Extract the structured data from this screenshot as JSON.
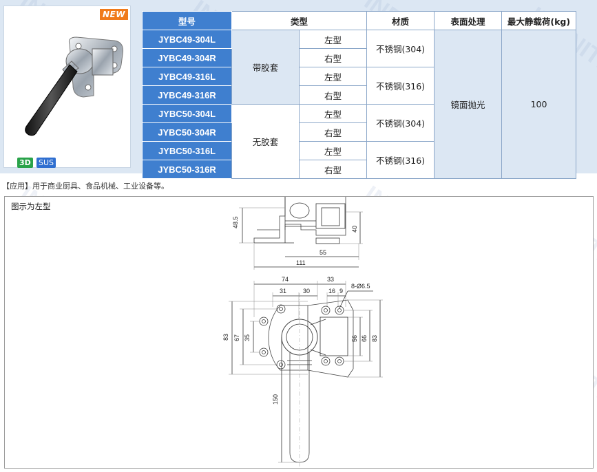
{
  "badges": {
    "new": "NEW",
    "three_d": "3D",
    "material": "SUS"
  },
  "table": {
    "headers": [
      "型号",
      "类型",
      "材质",
      "表面处理",
      "最大静载荷(kg)"
    ],
    "models": [
      "JYBC49-304L",
      "JYBC49-304R",
      "JYBC49-316L",
      "JYBC49-316R",
      "JYBC50-304L",
      "JYBC50-304R",
      "JYBC50-316L",
      "JYBC50-316R"
    ],
    "hands": [
      "左型",
      "右型",
      "左型",
      "右型",
      "左型",
      "右型",
      "左型",
      "右型"
    ],
    "types": [
      "带胶套",
      "无胶套"
    ],
    "materials": [
      "不锈钢(304)",
      "不锈钢(316)",
      "不锈钢(304)",
      "不锈钢(316)"
    ],
    "finish": "镜面抛光",
    "max_load": "100"
  },
  "application_note": "【应用】用于商业厨具、食品机械、工业设备等。",
  "drawing": {
    "caption": "图示为左型",
    "dims": {
      "h48_5": "48.5",
      "d40": "40",
      "d55": "55",
      "d111": "111",
      "d74": "74",
      "d33": "33",
      "d31": "31",
      "d30": "30",
      "d16": "16",
      "d9": "9",
      "hole": "8-Ø6.5",
      "d83L": "83",
      "d67": "67",
      "d35": "35",
      "d56": "56",
      "d66": "66",
      "d83R": "83",
      "d150": "150"
    }
  }
}
